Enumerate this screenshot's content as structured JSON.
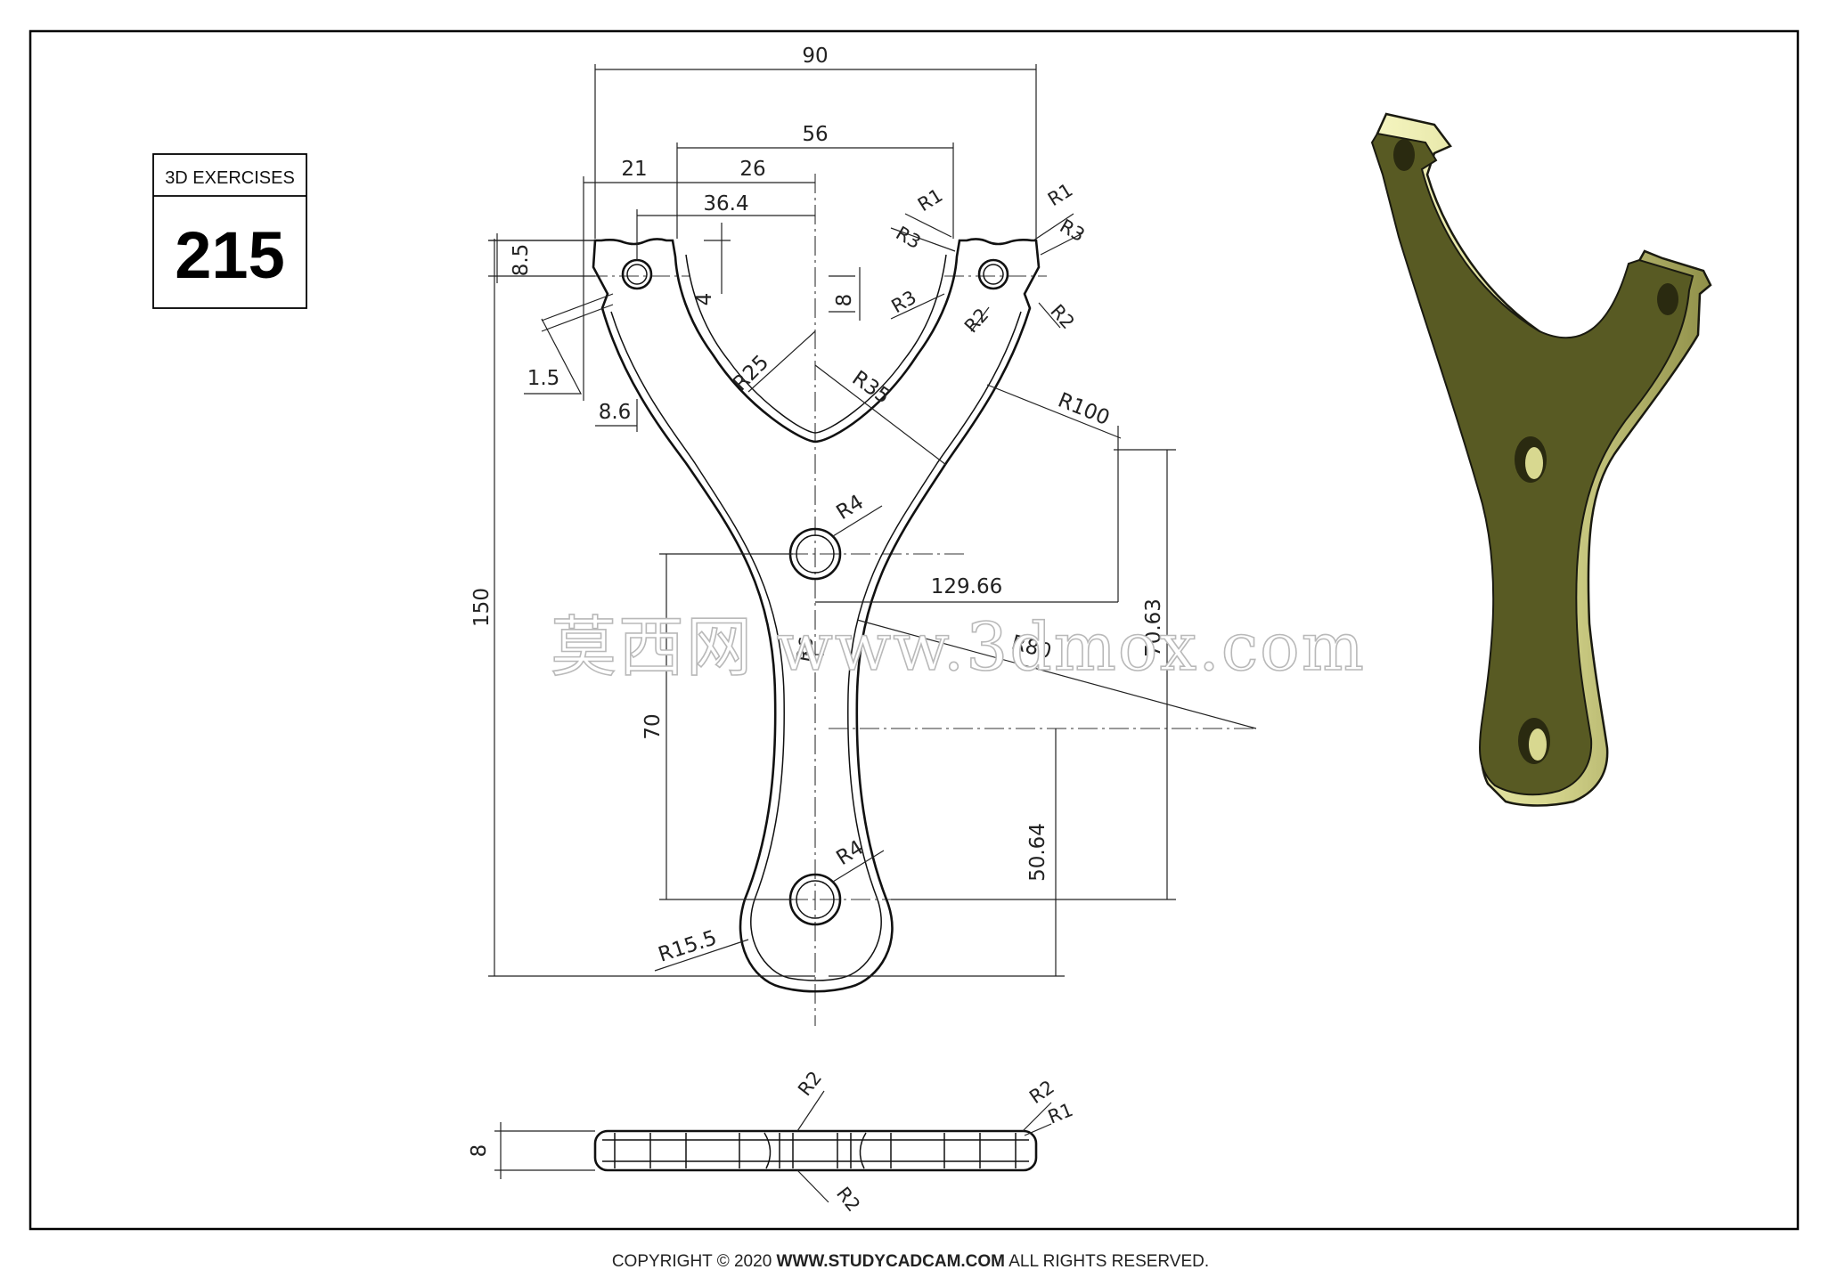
{
  "badge": {
    "label": "3D EXERCISES",
    "number": "215"
  },
  "dimensions": {
    "overall_width": "90",
    "slot_width": "56",
    "left_offset": "21",
    "inner_offset": "26",
    "hole_offset": "36.4",
    "top_height": "8.5",
    "slot_depth": "4",
    "hole_drop": "8",
    "chamfer": "1.5",
    "tip_width": "8.6",
    "overall_height": "150",
    "lower_span": "70",
    "bottom_height": "50.64",
    "arc_height": "70.63",
    "arc_offset": "129.66",
    "r1_left": "R1",
    "r1_right": "R1",
    "r3_left_top": "R3",
    "r3_right_top": "R3",
    "r3_left_low": "R3",
    "r2_left_low": "R2",
    "r2_right_low": "R2",
    "r25": "R25",
    "r35": "R35",
    "r100": "R100",
    "r4_top": "R4",
    "r4_bottom": "R4",
    "r15_5": "R15.5",
    "r80": "R80",
    "r6": "R6",
    "side_thickness": "8",
    "side_r2_top": "R2",
    "side_r2_right": "R2",
    "side_r1_right": "R1",
    "side_r2_bottom": "R2"
  },
  "watermark": "莫西网 www.3dmox.com",
  "footer": {
    "prefix": "COPYRIGHT © 2020 ",
    "site": "WWW.STUDYCADCAM.COM",
    "suffix": " ALL RIGHTS RESERVED."
  },
  "colors": {
    "model_face": "#585a23",
    "model_edge": "#d8d890",
    "model_outline": "#1a1a10"
  }
}
